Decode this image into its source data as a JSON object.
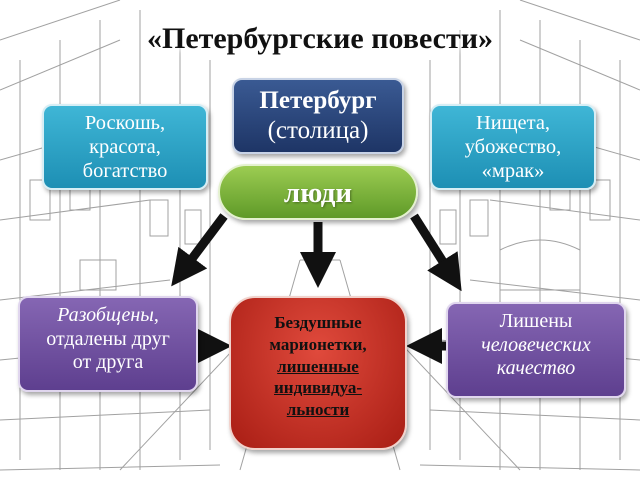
{
  "title": "«Петербургские повести»",
  "center_top": {
    "line1": "Петербург",
    "line2": "(столица)"
  },
  "left_top": {
    "lines": [
      "Роскошь,",
      "красота,",
      "богатство"
    ]
  },
  "right_top": {
    "lines": [
      "Нищета,",
      "убожество,",
      "«мрак»"
    ]
  },
  "people": {
    "label": "люди"
  },
  "left_bottom": {
    "line1_italic": "Разобщены",
    "line1_rest": ",",
    "line2": "отдалены друг",
    "line3": "от друга"
  },
  "center_bottom": {
    "lines": [
      "Бездушные",
      "марионетки,",
      "лишенные",
      "индивидуа-",
      "льности"
    ]
  },
  "right_bottom": {
    "line1": "Лишены",
    "line2": "человеческих",
    "line3": "качество"
  },
  "colors": {
    "dark_blue": "#2a4a80",
    "teal": "#2aa3c6",
    "green": "#7db33c",
    "purple": "#71519f",
    "red": "#c2302a",
    "arrow": "#111111"
  }
}
